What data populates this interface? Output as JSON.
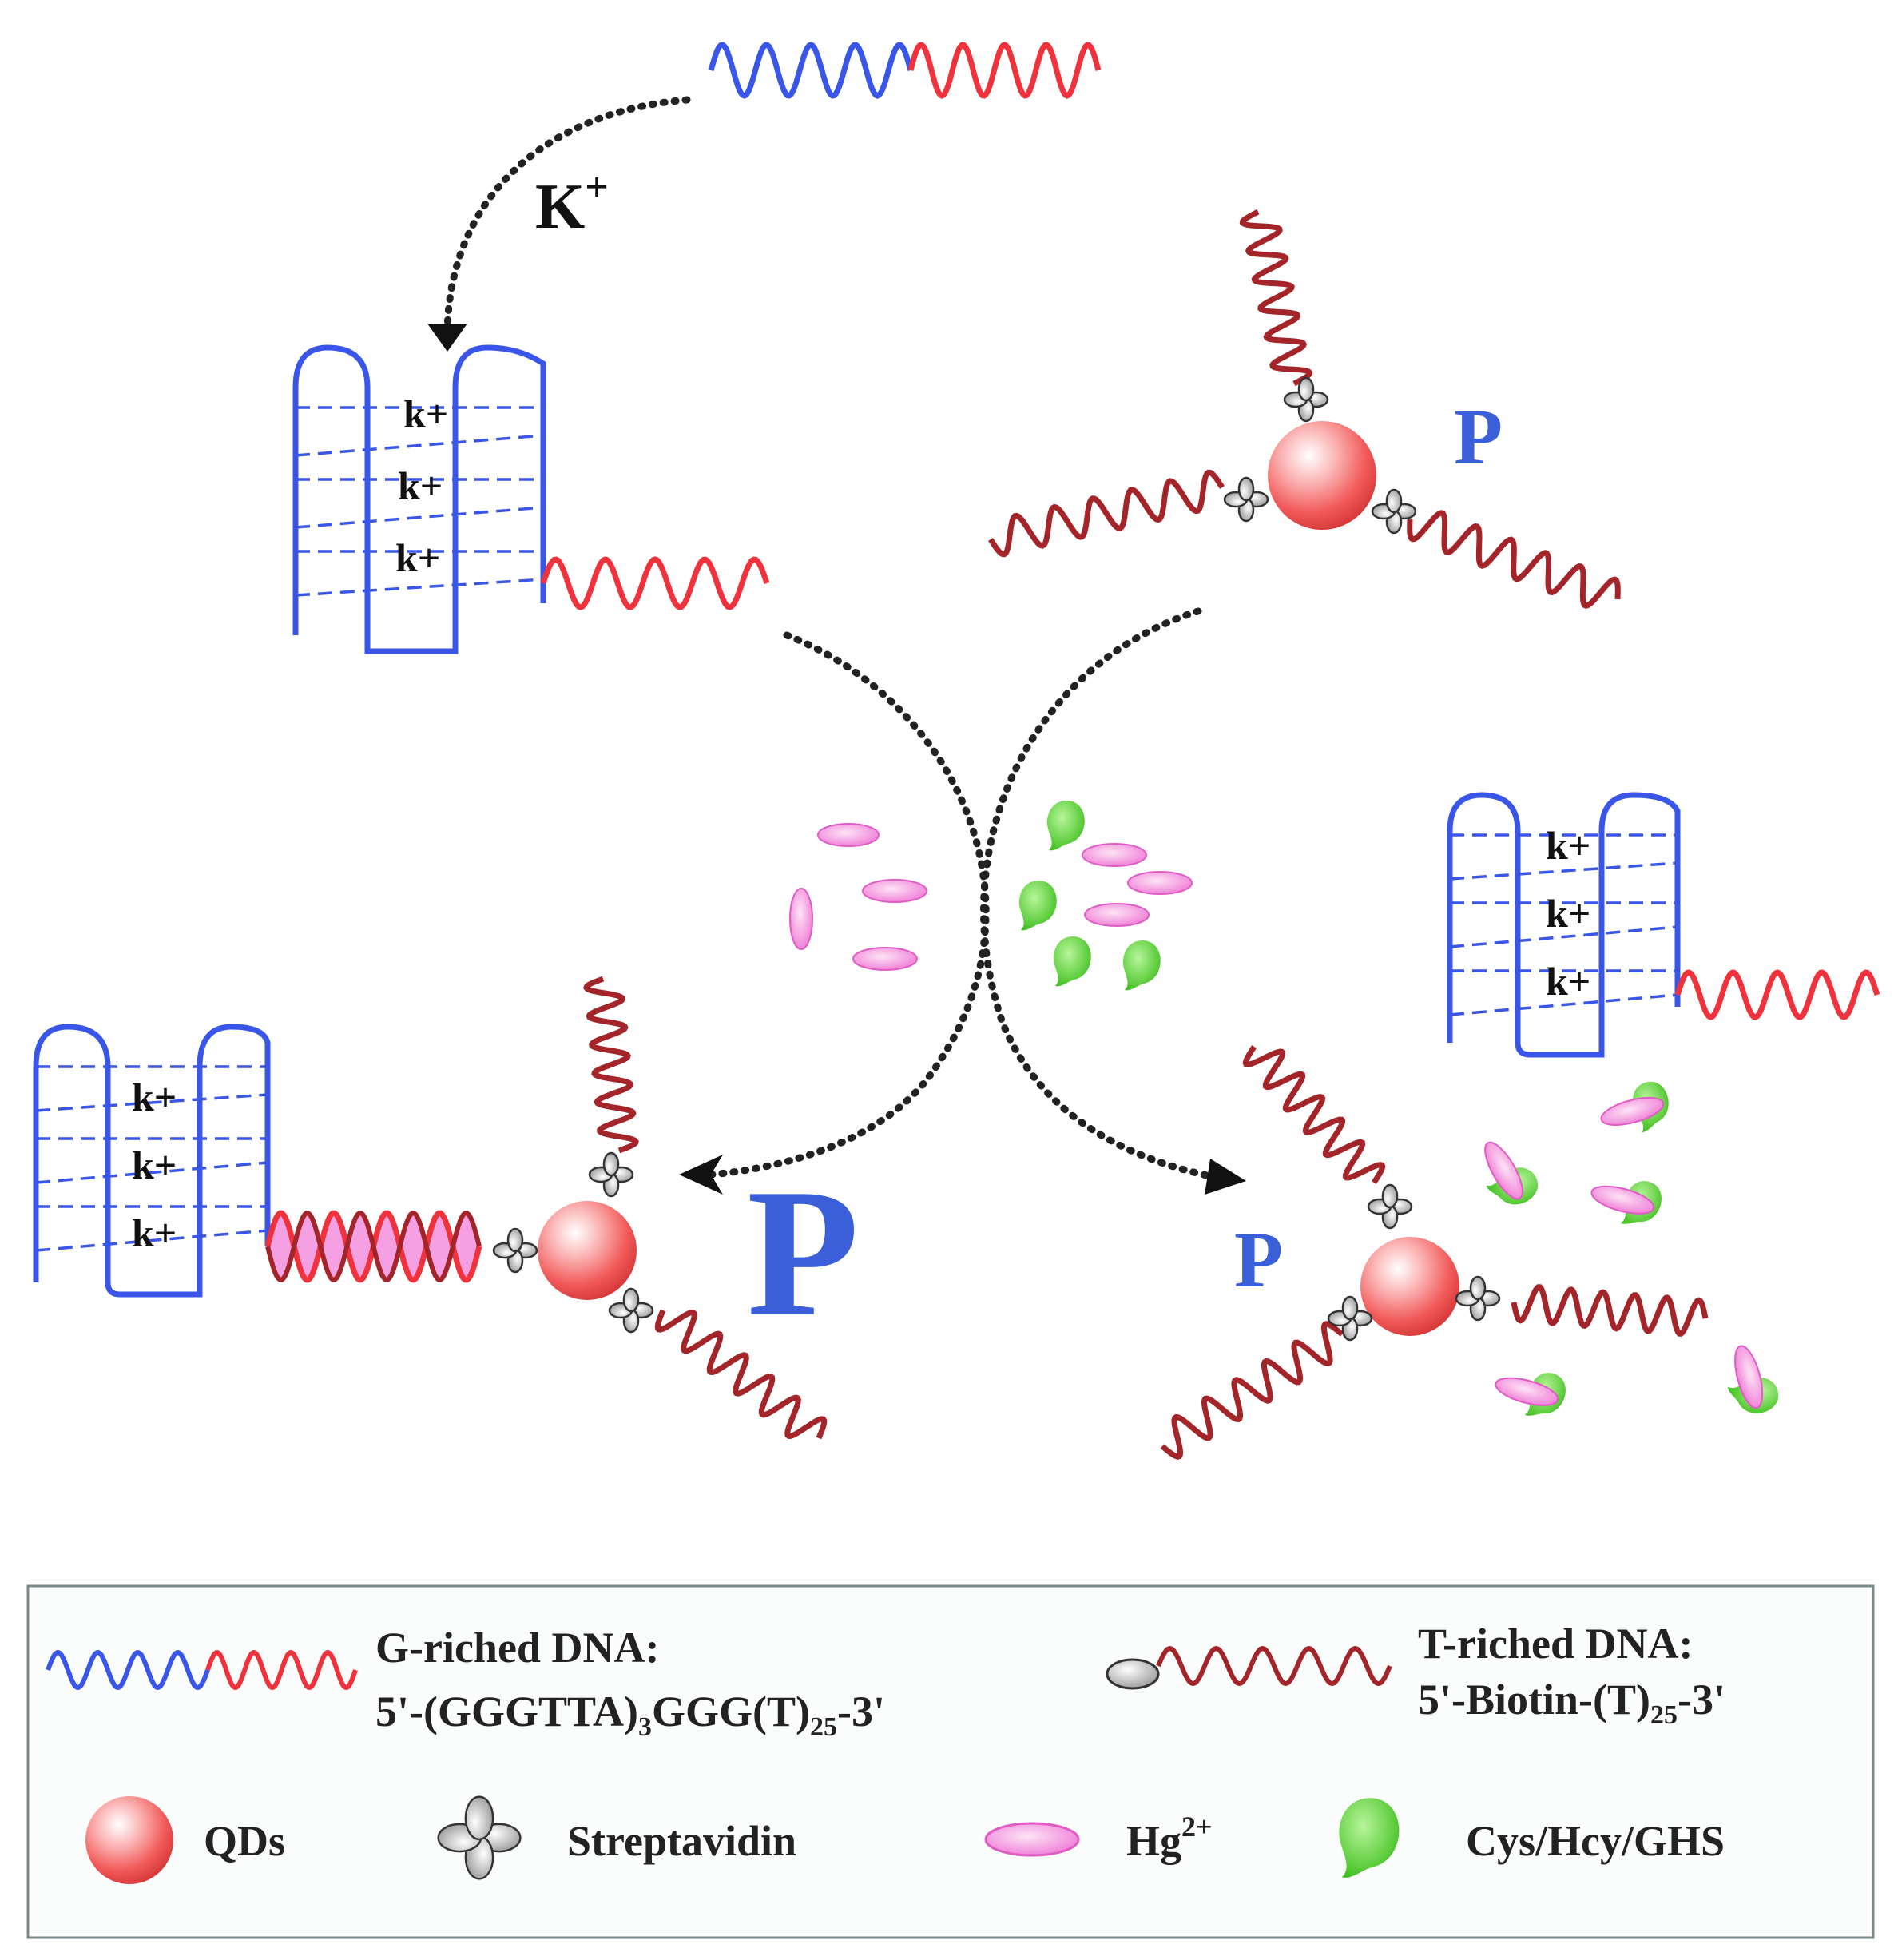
{
  "labels": {
    "k_ion": "K",
    "k_ion_sup": "+",
    "quartet_ion": "k+",
    "probe": "P"
  },
  "legend": {
    "g_dna_name": "G-riched DNA:",
    "g_dna_seq_a": "5'-(GGGTTA)",
    "g_dna_seq_sub1": "3",
    "g_dna_seq_b": "GGG(T)",
    "g_dna_seq_sub2": "25",
    "g_dna_seq_c": "-3'",
    "t_dna_name": "T-riched DNA:",
    "t_dna_seq_a": "5'-Biotin-(T)",
    "t_dna_seq_sub": "25",
    "t_dna_seq_c": "-3'",
    "qds": "QDs",
    "streptavidin": "Streptavidin",
    "hg": "Hg",
    "hg_sup": "2+",
    "cys": "Cys/Hcy/GHS"
  },
  "colors": {
    "g_blue": "#3a56e8",
    "g_red": "#f0323c",
    "t_dna": "#a3252a",
    "qd_red": "#f25a5a",
    "hg_pink": "#f07ad6",
    "cys_green": "#63d93b",
    "probe_blue": "#3b5fd9"
  },
  "icons": [
    "qd-sphere-icon",
    "streptavidin-icon",
    "hg-ion-icon",
    "cys-molecule-icon",
    "biotin-icon"
  ]
}
